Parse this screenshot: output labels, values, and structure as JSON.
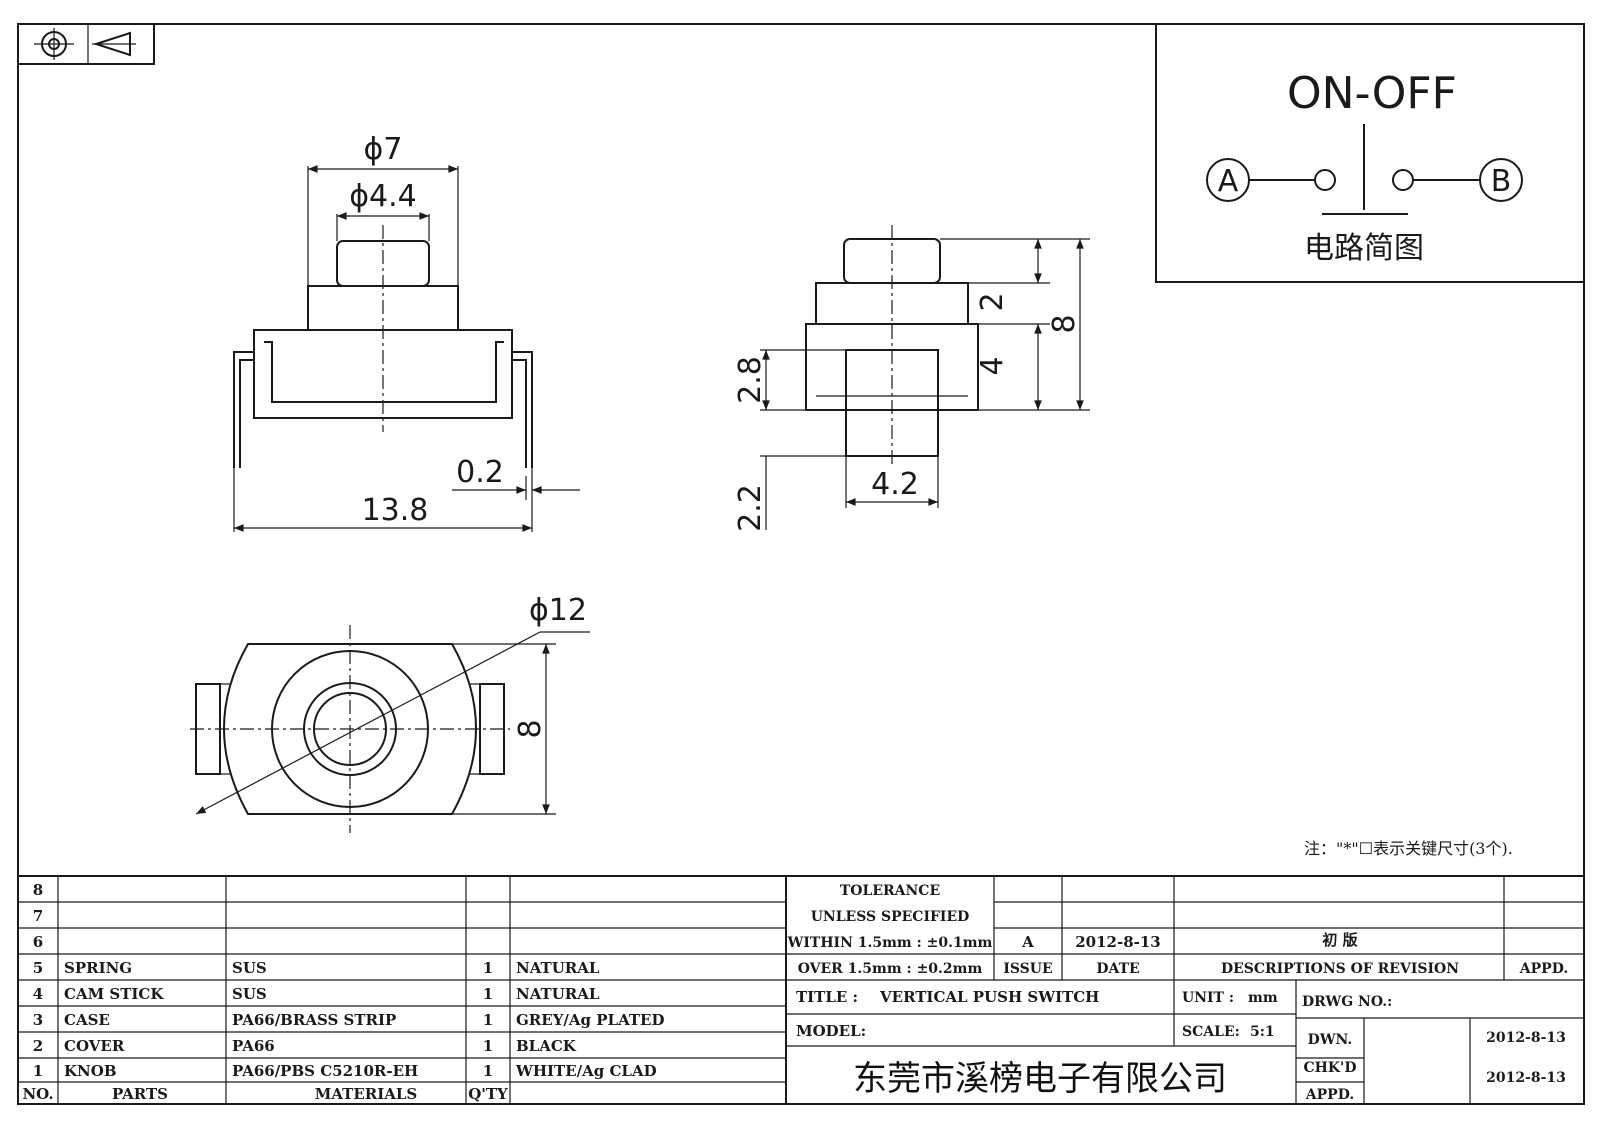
{
  "schematic": {
    "title": "ON-OFF",
    "terminal_a": "A",
    "terminal_b": "B",
    "caption": "电路简图"
  },
  "front_view": {
    "dim_outer_dia": "ϕ7",
    "dim_inner_dia": "ϕ4.4",
    "dim_pin_thickness": "0.2",
    "dim_width": "13.8"
  },
  "side_view": {
    "dim_cap": "2",
    "dim_body": "4",
    "dim_total": "8",
    "dim_stem": "2.8",
    "dim_pin": "2.2",
    "dim_stem_width": "4.2"
  },
  "top_view": {
    "dim_dia": "ϕ12",
    "dim_height": "8"
  },
  "note": "注：\"*\"☐表示关键尺寸(3个).",
  "parts_table": {
    "rows": [
      {
        "no": "8",
        "part": "",
        "material": "",
        "qty": "",
        "finish": ""
      },
      {
        "no": "7",
        "part": "",
        "material": "",
        "qty": "",
        "finish": ""
      },
      {
        "no": "6",
        "part": "",
        "material": "",
        "qty": "",
        "finish": ""
      },
      {
        "no": "5",
        "part": "SPRING",
        "material": "SUS",
        "qty": "1",
        "finish": "NATURAL"
      },
      {
        "no": "4",
        "part": "CAM STICK",
        "material": "SUS",
        "qty": "1",
        "finish": "NATURAL"
      },
      {
        "no": "3",
        "part": "CASE",
        "material": "PA66/BRASS STRIP",
        "qty": "1",
        "finish": "GREY/Ag PLATED"
      },
      {
        "no": "2",
        "part": "COVER",
        "material": "PA66",
        "qty": "1",
        "finish": "BLACK"
      },
      {
        "no": "1",
        "part": "KNOB",
        "material": "PA66/PBS C5210R-EH",
        "qty": "1",
        "finish": "WHITE/Ag CLAD"
      }
    ],
    "header_no": "NO.",
    "header_parts": "PARTS",
    "header_materials": "MATERIALS",
    "header_qty": "Q'TY"
  },
  "tolerance": {
    "line1": "TOLERANCE",
    "line2": "UNLESS  SPECIFIED",
    "line3": "WITHIN 1.5mm : ±0.1mm",
    "line4": "OVER 1.5mm : ±0.2mm"
  },
  "revision": {
    "issue": "A",
    "date": "2012-8-13",
    "description": "初 版",
    "header_issue": "ISSUE",
    "header_date": "DATE",
    "header_desc": "DESCRIPTIONS OF REVISION",
    "header_appd": "APPD."
  },
  "title_block": {
    "title_label": "TITLE :",
    "title_value": "VERTICAL PUSH SWITCH",
    "unit_label": "UNIT :",
    "unit_value": "mm",
    "drwg_label": "DRWG NO.:",
    "model_label": "MODEL:",
    "scale_label": "SCALE:",
    "scale_value": "5:1",
    "dwn_label": "DWN.",
    "dwn_date": "2012-8-13",
    "chkd_label": "CHK'D",
    "chkd_date": "2012-8-13",
    "appd_label": "APPD.",
    "company": "东莞市溪榜电子有限公司"
  }
}
